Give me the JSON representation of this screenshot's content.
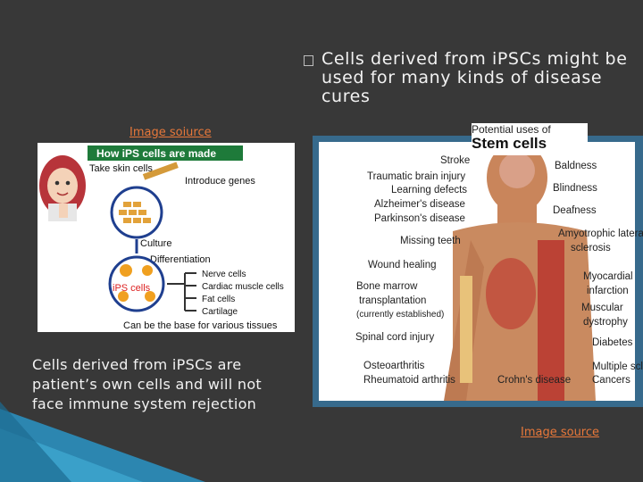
{
  "slide": {
    "bullet_text": "Cells derived from iPSCs might be used for many kinds of disease cures",
    "left_text": "Cells derived from iPSCs are patient’s own cells and will not face immune system rejection",
    "image_source_left": "Image soiurce",
    "image_source_right": "Image source"
  },
  "ips_figure": {
    "header": "How iPS cells are made",
    "step1": "Take skin cells",
    "step2": "Introduce genes",
    "step3": "Culture",
    "step4": "Differentiation",
    "center_label": "iPS cells",
    "outputs": [
      "Nerve cells",
      "Cardiac muscle cells",
      "Fat cells",
      "Cartilage"
    ],
    "footer": "Can be the base for various tissues"
  },
  "stem_figure": {
    "caption_small": "Potential uses of",
    "caption_big": "Stem cells",
    "left_labels": [
      "Stroke",
      "Traumatic brain injury",
      "Learning defects",
      "Alzheimer's disease",
      "Parkinson's disease",
      "Missing teeth",
      "Wound healing",
      "Bone marrow",
      "transplantation",
      "(currently established)",
      "Spinal cord injury",
      "Osteoarthritis",
      "Rheumatoid arthritis"
    ],
    "right_labels": [
      "Baldness",
      "Blindness",
      "Deafness",
      "Amyotrophic lateral",
      "sclerosis",
      "Myocardial",
      "infarction",
      "Muscular",
      "dystrophy",
      "Diabetes",
      "Multiple sclerosis",
      "Cancers"
    ],
    "bottom_label": "Crohn's disease"
  },
  "colors": {
    "background": "#383838",
    "accent_link": "#e8783a",
    "frame": "#376a8c",
    "corner": "#3d9bc4"
  }
}
